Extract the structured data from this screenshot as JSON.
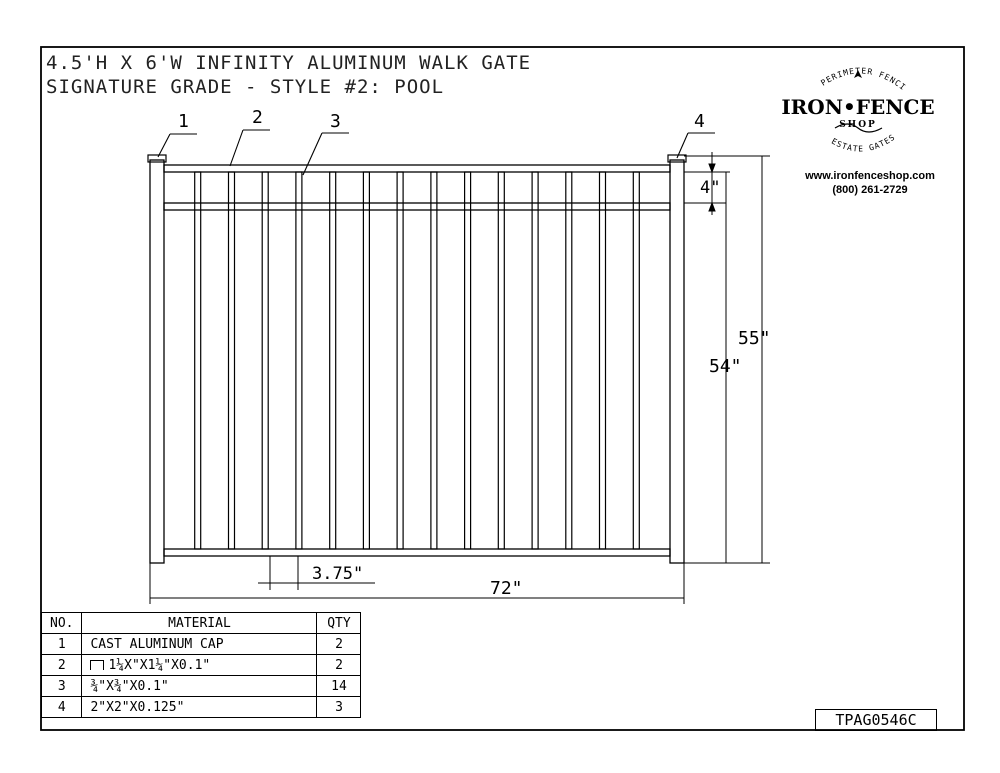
{
  "title_line1": "4.5'H X 6'W INFINITY ALUMINUM WALK GATE",
  "title_line2": "SIGNATURE GRADE - STYLE #2: POOL",
  "brand": {
    "arc_top": "PERIMETER FENCING",
    "name": "IRON•FENCE",
    "sub": "SHOP",
    "arc_bottom": "ESTATE GATES",
    "url": "www.ironfenceshop.com",
    "phone": "(800) 261-2729"
  },
  "callouts": [
    "1",
    "2",
    "3",
    "4"
  ],
  "dimensions": {
    "top_gap": "4\"",
    "inner_height": "54\"",
    "overall_height": "55\"",
    "picket_spacing": "3.75\"",
    "overall_width": "72\""
  },
  "table": {
    "headers": [
      "NO.",
      "MATERIAL",
      "QTY"
    ],
    "rows": [
      {
        "no": "1",
        "material": "CAST ALUMINUM CAP",
        "qty": "2",
        "channel_icon": false
      },
      {
        "no": "2",
        "material": "1¼X\"X1¼\"X0.1\"",
        "qty": "2",
        "channel_icon": true
      },
      {
        "no": "3",
        "material": "¾\"X¾\"X0.1\"",
        "qty": "14",
        "channel_icon": false
      },
      {
        "no": "4",
        "material": "2\"X2\"X0.125\"",
        "qty": "3",
        "channel_icon": false
      }
    ]
  },
  "drawing_number": "TPAG0546C",
  "pickets": 14
}
